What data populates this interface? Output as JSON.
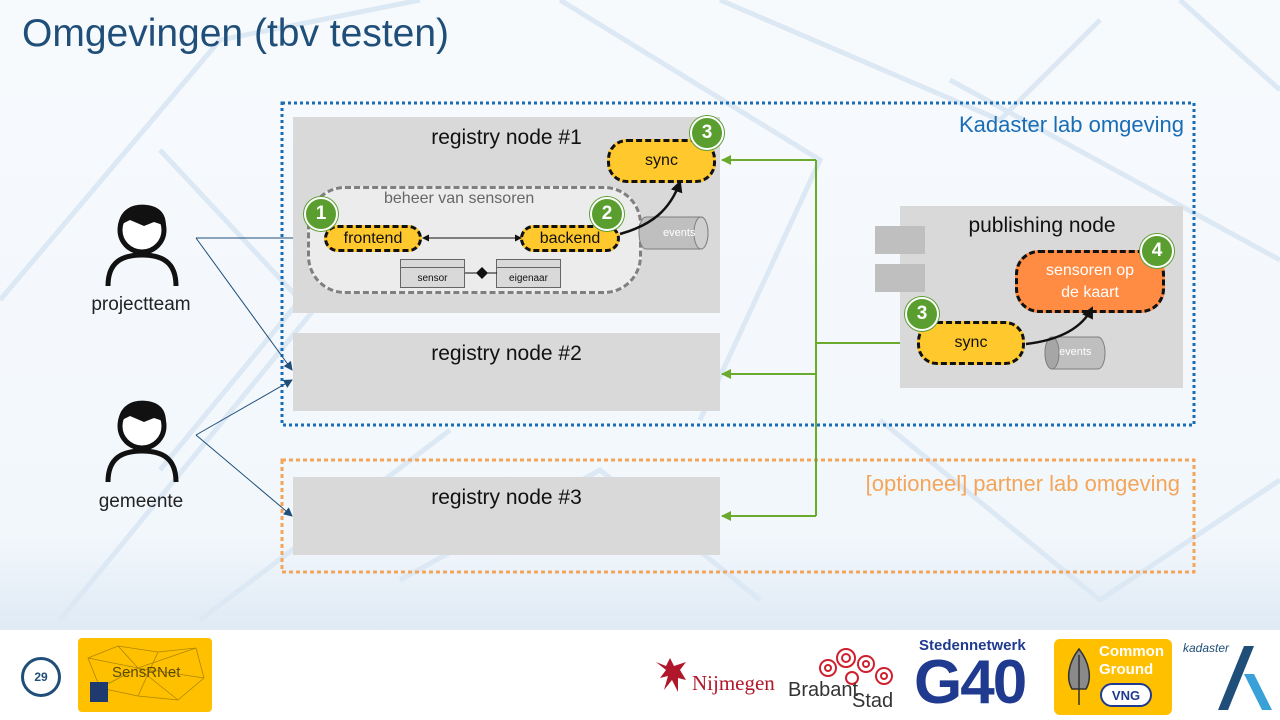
{
  "title": "Omgevingen (tbv testen)",
  "zones": {
    "kadaster": {
      "label": "Kadaster lab omgeving",
      "color": "#1a6db5"
    },
    "partner": {
      "label": "[optioneel] partner lab omgeving",
      "color": "#f4a55a"
    }
  },
  "registry_nodes": [
    {
      "title": "registry node #1"
    },
    {
      "title": "registry node #2"
    },
    {
      "title": "registry node #3"
    }
  ],
  "beheer": {
    "label": "beheer van sensoren",
    "frontend": "frontend",
    "backend": "backend",
    "entities": {
      "sensor": "sensor",
      "eigenaar": "eigenaar"
    }
  },
  "sync_label": "sync",
  "events_label": "events",
  "publishing_node": {
    "title": "publishing node",
    "app": "sensoren op de kaart"
  },
  "badges": {
    "frontend": "1",
    "backend": "2",
    "sync_registry": "3",
    "sync_publishing": "3",
    "app": "4"
  },
  "actors": [
    {
      "label": "projectteam"
    },
    {
      "label": "gemeente"
    }
  ],
  "page_number": "29",
  "logos": {
    "sensrnet": "SensRNet",
    "nijmegen": "Nijmegen",
    "brabantstad_1": "Brabant",
    "brabantstad_2": "Stad",
    "g40_top": "Stedennetwerk",
    "g40": "G40",
    "common_ground_1": "Common",
    "common_ground_2": "Ground",
    "vng": "VNG",
    "kadaster": "kadaster"
  },
  "colors": {
    "title": "#1f4e79",
    "green_arrow": "#6aaa2d",
    "blue_arrow": "#1f4e79",
    "badge": "#5a9e2f",
    "yellow": "#ffc82c",
    "orange": "#ff8c42"
  }
}
